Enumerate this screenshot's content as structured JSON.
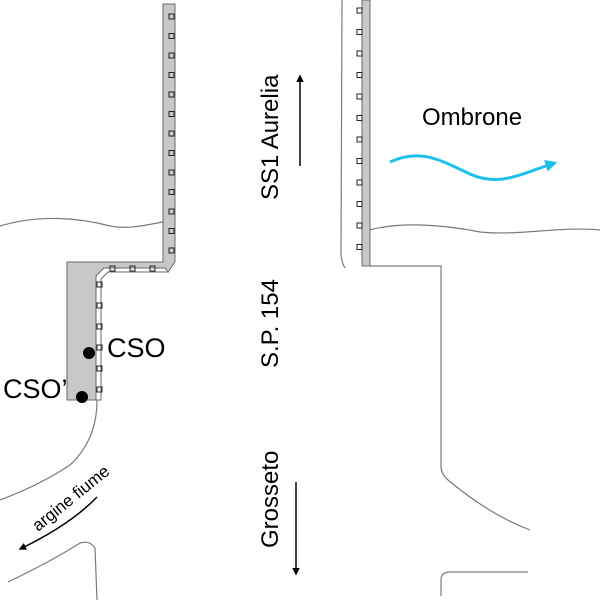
{
  "diagram": {
    "type": "site-plan",
    "labels": {
      "ombrone": "Ombrone",
      "ss1_aurelia": "SS1 Aurelia",
      "sp154": "S.P. 154",
      "grosseto": "Grosseto",
      "cso": "CSO",
      "cso_prime": "CSO’",
      "argine_fiume": "argine fiume"
    },
    "arrows": {
      "ss1_aurelia_direction": "up",
      "grosseto_direction": "down",
      "ombrone_flow_direction": "right",
      "argine_fiume_direction": "down-left"
    },
    "points": [
      {
        "id": "cso",
        "label": "CSO"
      },
      {
        "id": "cso_prime",
        "label": "CSO’"
      }
    ],
    "colors": {
      "river_flow": "#1ec0ec",
      "embankment_fill": "#c8c8c8",
      "outline": "#7a7a7a",
      "text": "#000000"
    }
  }
}
